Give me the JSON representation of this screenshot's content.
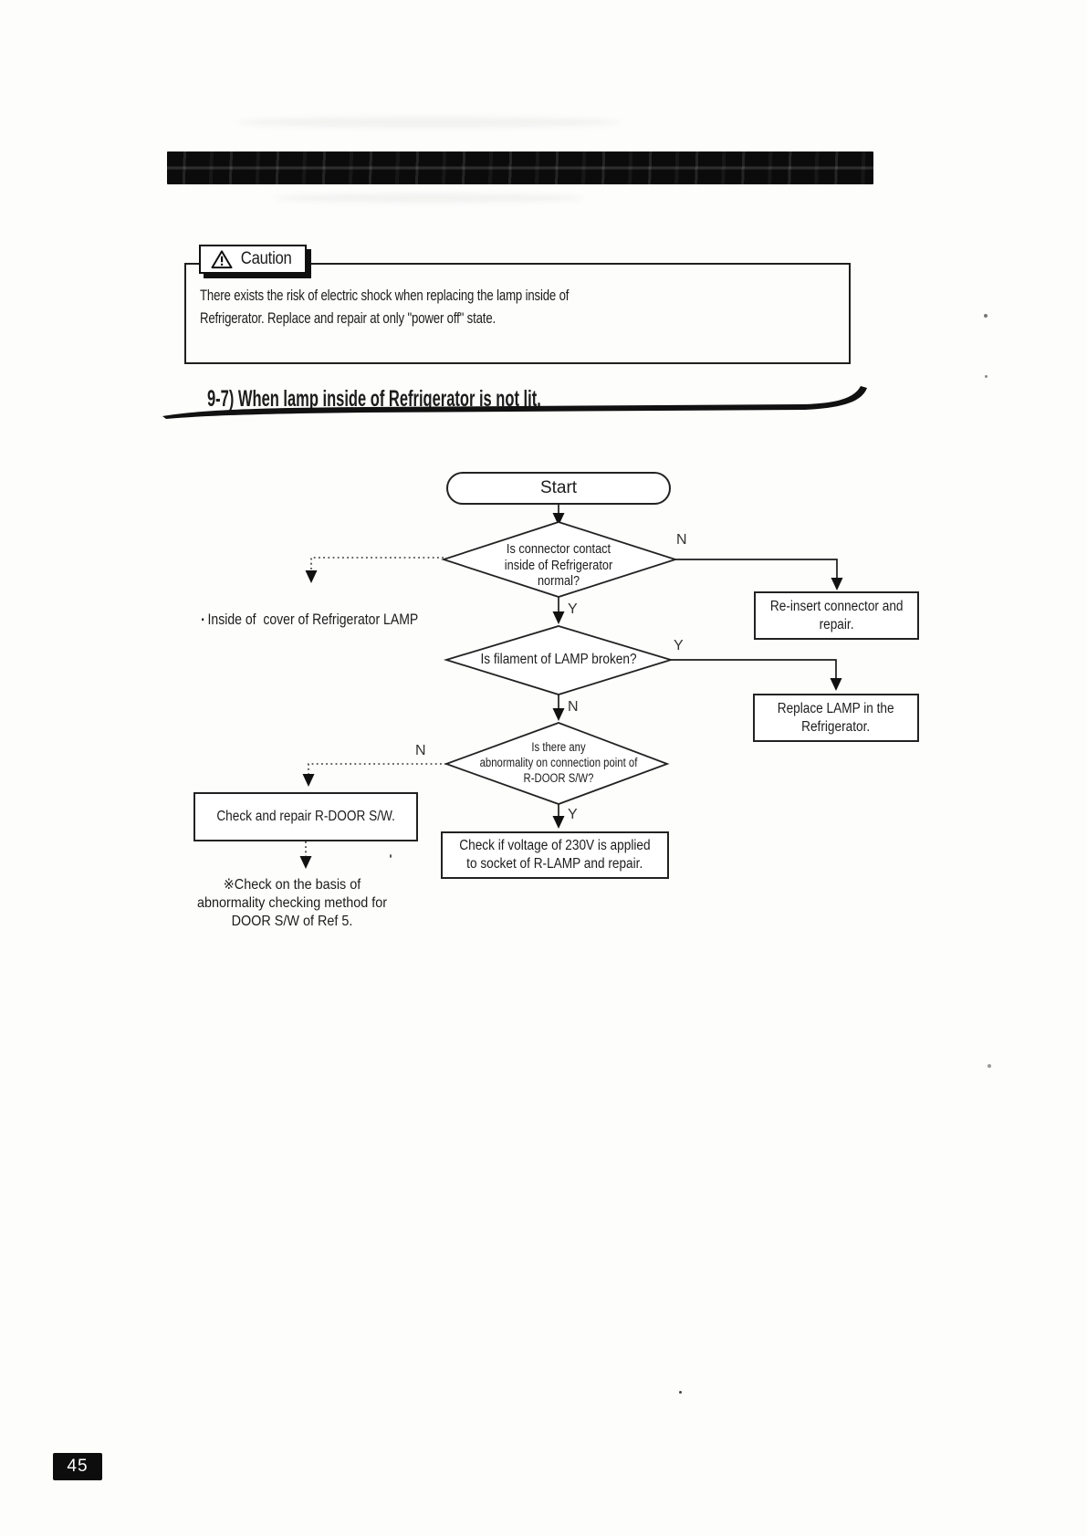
{
  "caution": {
    "label": "Caution",
    "line1": "There exists the risk of electric shock when replacing the lamp inside of",
    "line2": "Refrigerator. Replace and repair at only  \"power off\" state."
  },
  "section": {
    "title": "9-7) When lamp inside of Refrigerator is not lit."
  },
  "flowchart": {
    "start_label": "Start",
    "decisions": {
      "connector": {
        "lines": [
          "Is connector contact",
          "inside of Refrigerator",
          "normal?"
        ],
        "branch_right": "N",
        "branch_down": "Y"
      },
      "filament": {
        "lines": [
          "Is filament of LAMP broken?"
        ],
        "branch_right": "Y",
        "branch_down": "N"
      },
      "door_switch": {
        "lines": [
          "Is there any",
          "abnormality on connection point of",
          "R-DOOR S/W?"
        ],
        "branch_left": "N",
        "branch_down": "Y"
      }
    },
    "actions": {
      "reinsert": {
        "lines": [
          "Re-insert connector and",
          "repair."
        ]
      },
      "replace_lamp": {
        "lines": [
          "Replace LAMP in the",
          "Refrigerator."
        ]
      },
      "check_door": {
        "lines": [
          "Check and repair R-DOOR S/W."
        ]
      },
      "check_voltage": {
        "lines": [
          "Check if voltage of 230V is applied",
          "to socket of R-LAMP and repair."
        ]
      }
    },
    "notes": {
      "lamp_cover": {
        "bullet": "▪",
        "text": "Inside of  cover of Refrigerator LAMP"
      },
      "door_method": {
        "lines": [
          "※Check on the basis of",
          "abnormality checking method for",
          "DOOR S/W of Ref 5."
        ]
      }
    }
  },
  "footer": {
    "page_number": "45"
  }
}
